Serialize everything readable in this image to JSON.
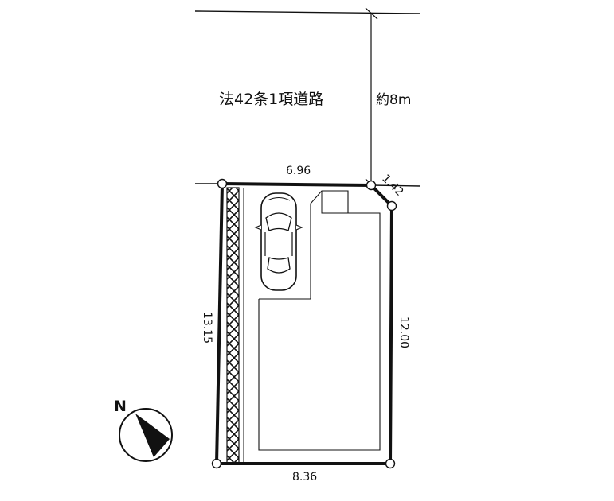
{
  "road": {
    "name": "法42条1項道路",
    "width": "約8m"
  },
  "dimensions": {
    "top": "6.96",
    "corner": "1.42",
    "right": "12.00",
    "bottom": "8.36",
    "left": "13.15"
  },
  "compass": {
    "north_label": "N"
  },
  "colors": {
    "line": "#111111",
    "background": "#ffffff"
  }
}
